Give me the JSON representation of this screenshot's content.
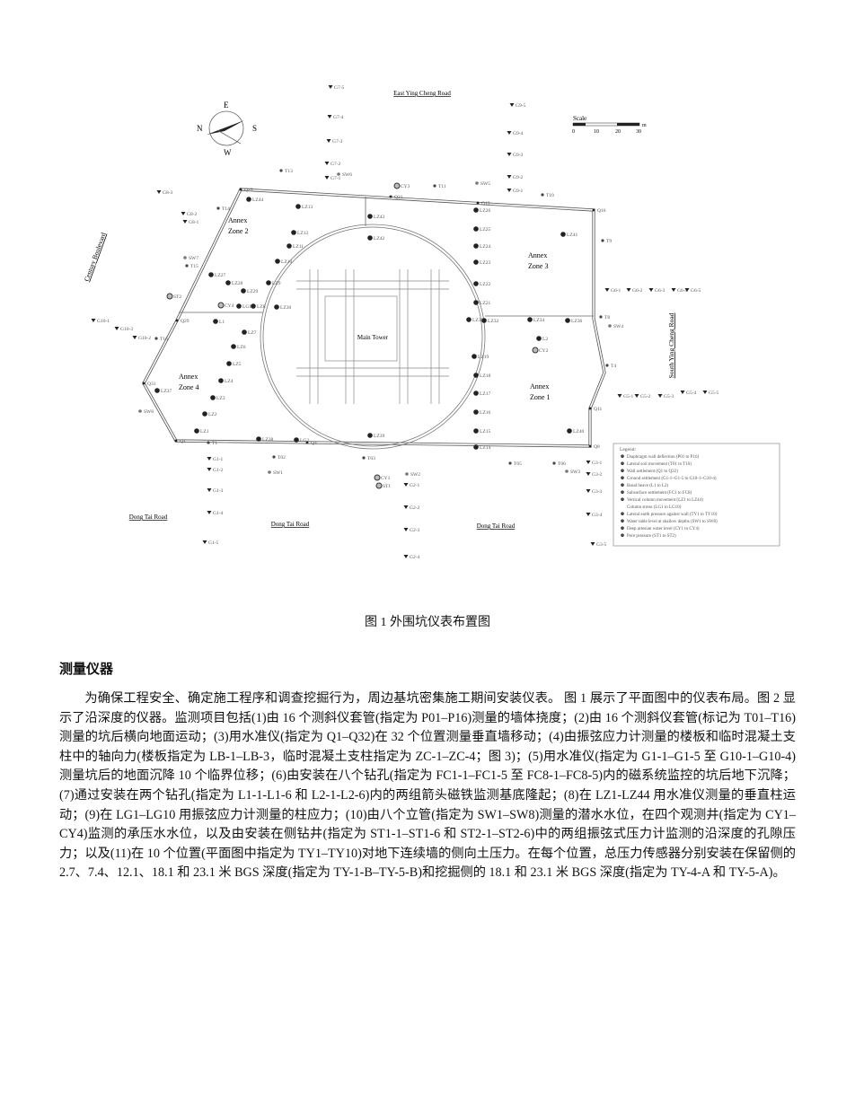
{
  "figure": {
    "roads": {
      "north": "East Ying Cheng Road",
      "west": "Century Boulevard",
      "east": "South Ying Cheng Road",
      "south": [
        "Dong Tai Road",
        "Dong Tai Road",
        "Dong Tai Road"
      ]
    },
    "zones": {
      "zone2": [
        "Annex",
        "Zone 2"
      ],
      "zone3": [
        "Annex",
        "Zone 3"
      ],
      "zone4": [
        "Annex",
        "Zone 4"
      ],
      "zone1": [
        "Annex",
        "Zone 1"
      ],
      "main": "Main Tower"
    },
    "compass": {
      "n": "N",
      "e": "E",
      "s": "S",
      "w": "W"
    },
    "scale": {
      "title": "Scale",
      "ticks": [
        "0",
        "10",
        "20",
        "30"
      ],
      "unit": "m"
    },
    "legend": {
      "title": "Legend:",
      "items": [
        "Diaphragm wall deflection (P01 to P16)",
        "Lateral soil movement (T01 to T16)",
        "Wall settlement (Q1 to Q32)",
        "Ground settlement (G1-1~G1-5 to G10-1~G10-4)",
        "Basal heave (L1 to L2)",
        "Subsurface settlement (FC1 to FC8)",
        "Vertical column movement (LZ1 to LZ44)",
        "Column stress (LG1 to LG10)",
        "Lateral earth pressure against wall (TY1 to TY10)",
        "Water table level at shallow depths (SW1 to SW8)",
        "Deep artesian water level (CY1 to CY4)",
        "Pore pressure (ST1 to ST2)"
      ]
    },
    "markers": [
      {
        "label": "LZ44",
        "type": "col"
      },
      {
        "label": "LZ13",
        "type": "col"
      },
      {
        "label": "LZ43",
        "type": "col"
      },
      {
        "label": "LZ42",
        "type": "col"
      },
      {
        "label": "LZ12",
        "type": "col"
      },
      {
        "label": "LZ11",
        "type": "col"
      },
      {
        "label": "LZ10",
        "type": "col"
      },
      {
        "label": "LZ27",
        "type": "col"
      },
      {
        "label": "LZ28",
        "type": "col"
      },
      {
        "label": "LZ29",
        "type": "col"
      },
      {
        "label": "LZ9",
        "type": "col"
      },
      {
        "label": "LG10",
        "type": "col"
      },
      {
        "label": "LZ8",
        "type": "col"
      },
      {
        "label": "LZ30",
        "type": "col"
      },
      {
        "label": "L1",
        "type": "col"
      },
      {
        "label": "LZ7",
        "type": "col"
      },
      {
        "label": "LZ6",
        "type": "col"
      },
      {
        "label": "LZ5",
        "type": "col"
      },
      {
        "label": "LZ4",
        "type": "col"
      },
      {
        "label": "LZ3",
        "type": "col"
      },
      {
        "label": "LZ2",
        "type": "col"
      },
      {
        "label": "LZ1",
        "type": "col"
      },
      {
        "label": "LZ37",
        "type": "col"
      },
      {
        "label": "LZ38",
        "type": "col"
      },
      {
        "label": "LG2",
        "type": "col"
      },
      {
        "label": "LZ39",
        "type": "col"
      },
      {
        "label": "LZ26",
        "type": "col"
      },
      {
        "label": "LZ25",
        "type": "col"
      },
      {
        "label": "LZ24",
        "type": "col"
      },
      {
        "label": "LZ23",
        "type": "col"
      },
      {
        "label": "LZ22",
        "type": "col"
      },
      {
        "label": "LZ21",
        "type": "col"
      },
      {
        "label": "LZ31",
        "type": "col"
      },
      {
        "label": "LZ32",
        "type": "col"
      },
      {
        "label": "LZ19",
        "type": "col"
      },
      {
        "label": "LZ18",
        "type": "col"
      },
      {
        "label": "LZ17",
        "type": "col"
      },
      {
        "label": "LZ16",
        "type": "col"
      },
      {
        "label": "LZ15",
        "type": "col"
      },
      {
        "label": "LZ14",
        "type": "col"
      },
      {
        "label": "LZ41",
        "type": "col"
      },
      {
        "label": "LZ34",
        "type": "col"
      },
      {
        "label": "LZ36",
        "type": "col"
      },
      {
        "label": "L2",
        "type": "col"
      },
      {
        "label": "LZ40",
        "type": "col"
      },
      {
        "label": "CY3",
        "type": "cy"
      },
      {
        "label": "CY4",
        "type": "cy"
      },
      {
        "label": "CY2",
        "type": "cy"
      },
      {
        "label": "CY1",
        "type": "cy"
      },
      {
        "label": "ST2",
        "type": "cy"
      },
      {
        "label": "ST1",
        "type": "cy"
      },
      {
        "label": "G7-5",
        "type": "g"
      },
      {
        "label": "G7-4",
        "type": "g"
      },
      {
        "label": "G7-3",
        "type": "g"
      },
      {
        "label": "G7-2",
        "type": "g"
      },
      {
        "label": "G7-1",
        "type": "g"
      },
      {
        "label": "G9-5",
        "type": "g"
      },
      {
        "label": "G9-4",
        "type": "g"
      },
      {
        "label": "G9-3",
        "type": "g"
      },
      {
        "label": "G9-2",
        "type": "g"
      },
      {
        "label": "G9-1",
        "type": "g"
      },
      {
        "label": "G8-3",
        "type": "g"
      },
      {
        "label": "G8-2",
        "type": "g"
      },
      {
        "label": "G8-1",
        "type": "g"
      },
      {
        "label": "G10-1",
        "type": "g"
      },
      {
        "label": "G10-3",
        "type": "g"
      },
      {
        "label": "G10-2",
        "type": "g"
      },
      {
        "label": "G6-1",
        "type": "g"
      },
      {
        "label": "G6-2",
        "type": "g"
      },
      {
        "label": "G6-3",
        "type": "g"
      },
      {
        "label": "G6-4",
        "type": "g"
      },
      {
        "label": "G6-5",
        "type": "g"
      },
      {
        "label": "G5-1",
        "type": "g"
      },
      {
        "label": "G5-2",
        "type": "g"
      },
      {
        "label": "G5-3",
        "type": "g"
      },
      {
        "label": "G5-4",
        "type": "g"
      },
      {
        "label": "G5-5",
        "type": "g"
      },
      {
        "label": "G1-1",
        "type": "g"
      },
      {
        "label": "G1-2",
        "type": "g"
      },
      {
        "label": "G1-3",
        "type": "g"
      },
      {
        "label": "G1-4",
        "type": "g"
      },
      {
        "label": "G1-5",
        "type": "g"
      },
      {
        "label": "G2-1",
        "type": "g"
      },
      {
        "label": "G2-2",
        "type": "g"
      },
      {
        "label": "G2-3",
        "type": "g"
      },
      {
        "label": "G2-4",
        "type": "g"
      },
      {
        "label": "G3-1",
        "type": "g"
      },
      {
        "label": "G3-2",
        "type": "g"
      },
      {
        "label": "G3-3",
        "type": "g"
      },
      {
        "label": "G3-4",
        "type": "g"
      },
      {
        "label": "G3-5",
        "type": "g"
      },
      {
        "label": "Q25",
        "type": "q"
      },
      {
        "label": "Q16",
        "type": "q"
      },
      {
        "label": "Q11",
        "type": "q"
      },
      {
        "label": "Q8",
        "type": "q"
      },
      {
        "label": "Q1",
        "type": "q"
      },
      {
        "label": "Q31",
        "type": "q"
      },
      {
        "label": "Q29",
        "type": "q"
      },
      {
        "label": "Q21",
        "type": "q"
      },
      {
        "label": "Q19",
        "type": "q"
      },
      {
        "label": "Q4",
        "type": "q"
      },
      {
        "label": "T13",
        "type": "t"
      },
      {
        "label": "T11",
        "type": "t"
      },
      {
        "label": "T10",
        "type": "t"
      },
      {
        "label": "T14",
        "type": "t"
      },
      {
        "label": "T15",
        "type": "t"
      },
      {
        "label": "T16",
        "type": "t"
      },
      {
        "label": "T9",
        "type": "t"
      },
      {
        "label": "T8",
        "type": "t"
      },
      {
        "label": "T4",
        "type": "t"
      },
      {
        "label": "T1",
        "type": "t"
      },
      {
        "label": "T02",
        "type": "t"
      },
      {
        "label": "T03",
        "type": "t"
      },
      {
        "label": "T05",
        "type": "t"
      },
      {
        "label": "T06",
        "type": "t"
      },
      {
        "label": "SW6",
        "type": "sw"
      },
      {
        "label": "SW5",
        "type": "sw"
      },
      {
        "label": "SW7",
        "type": "sw"
      },
      {
        "label": "SW8",
        "type": "sw"
      },
      {
        "label": "SW1",
        "type": "sw"
      },
      {
        "label": "SW2",
        "type": "sw"
      },
      {
        "label": "SW3",
        "type": "sw"
      },
      {
        "label": "SW4",
        "type": "sw"
      }
    ]
  },
  "caption": "图 1 外围坑仪表布置图",
  "heading": "测量仪器",
  "paragraph": "为确保工程安全、确定施工程序和调查挖掘行为，周边基坑密集施工期间安装仪表。 图 1 展示了平面图中的仪表布局。图 2 显示了沿深度的仪器。监测项目包括(1)由 16 个测斜仪套管(指定为 P01–P16)测量的墙体挠度；(2)由 16 个测斜仪套管(标记为 T01–T16)测量的坑后横向地面运动；(3)用水准仪(指定为 Q1–Q32)在 32 个位置测量垂直墙移动；(4)由振弦应力计测量的楼板和临时混凝土支柱中的轴向力(楼板指定为 LB-1–LB-3，临时混凝土支柱指定为 ZC-1–ZC-4；图 3)；(5)用水准仪(指定为 G1-1–G1-5 至 G10-1–G10-4)测量坑后的地面沉降 10 个临界位移；(6)由安装在八个钻孔(指定为 FC1-1–FC1-5 至 FC8-1–FC8-5)内的磁系统监控的坑后地下沉降；(7)通过安装在两个钻孔(指定为 L1-1-L1-6 和 L2-1-L2-6)内的两组箭头磁铁监测基底隆起；(8)在 LZ1-LZ44 用水准仪测量的垂直柱运动；(9)在 LG1–LG10 用振弦应力计测量的柱应力；(10)由八个立管(指定为 SW1–SW8)测量的潜水水位，在四个观测井(指定为 CY1–CY4)监测的承压水水位，以及由安装在侧钻井(指定为 ST1-1–ST1-6 和 ST2-1–ST2-6)中的两组振弦式压力计监测的沿深度的孔隙压力；以及(11)在 10 个位置(平面图中指定为 TY1–TY10)对地下连续墙的侧向土压力。在每个位置，总压力传感器分别安装在保留侧的 2.7、7.4、12.1、18.1 和 23.1 米 BGS 深度(指定为 TY-1-B–TY-5-B)和挖掘侧的 18.1 和 23.1 米 BGS 深度(指定为 TY-4-A 和 TY-5-A)。"
}
